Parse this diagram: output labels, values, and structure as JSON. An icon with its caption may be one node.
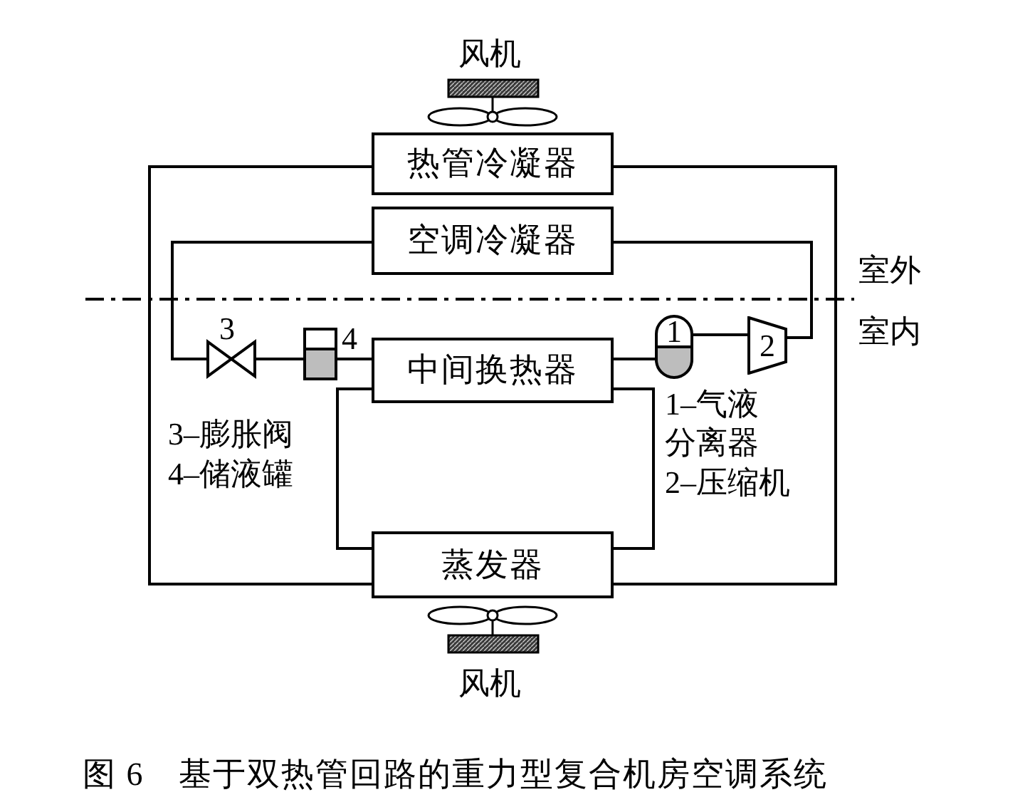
{
  "diagram": {
    "caption": "图 6　基于双热管回路的重力型复合机房空调系统",
    "nodes": [
      {
        "text": [
          "热管冷凝器"
        ]
      },
      {
        "text": [
          "空调冷凝器"
        ]
      },
      {
        "text": [],
        "shape": "valve",
        "beside": [
          "3"
        ]
      },
      {
        "text": [],
        "shape": "box",
        "beside": [
          "4"
        ]
      },
      {
        "text": [
          "中间换热器"
        ]
      },
      {
        "text": [
          "1"
        ]
      },
      {
        "text": [
          "2"
        ]
      },
      {
        "text": [
          "蒸发器"
        ]
      }
    ],
    "edges": [
      {
        "from": 0,
        "to": 7,
        "arrow": "none"
      },
      {
        "from": 0,
        "to": 7,
        "arrow": "none"
      },
      {
        "from": 1,
        "to": 2,
        "arrow": "none"
      },
      {
        "from": 2,
        "to": 3,
        "arrow": "none"
      },
      {
        "from": 3,
        "to": 4,
        "arrow": "none"
      },
      {
        "from": 4,
        "to": 5,
        "arrow": "none"
      },
      {
        "from": 5,
        "to": 6,
        "arrow": "none"
      },
      {
        "from": 6,
        "to": 1,
        "arrow": "none"
      },
      {
        "from": 4,
        "to": 7,
        "arrow": "none"
      },
      {
        "from": 4,
        "to": 7,
        "arrow": "none"
      }
    ],
    "labels": [
      "风机",
      "室外",
      "室内",
      "1–气液分离器",
      "3–膨胀阀",
      "4–储液罐",
      "2–压缩机",
      "风机"
    ]
  }
}
